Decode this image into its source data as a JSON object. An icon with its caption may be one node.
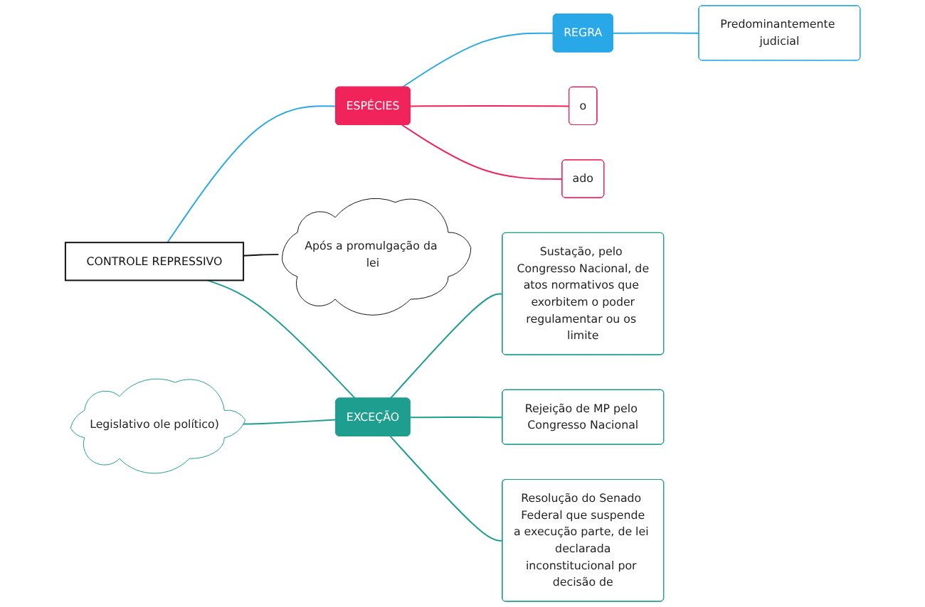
{
  "diagram": {
    "nodes": [
      {
        "text": [
          "CONTROLE REPRESSIVO"
        ]
      },
      {
        "text": [
          "REGRA"
        ]
      },
      {
        "text": [
          "Predominantemente judicial"
        ]
      },
      {
        "text": [
          "ESPÉCIES"
        ]
      },
      {
        "text": [
          "o"
        ]
      },
      {
        "text": [
          "ado"
        ]
      },
      {
        "text": [
          "Após a promulgação da lei"
        ]
      },
      {
        "text": [
          "EXCEÇÃO"
        ]
      },
      {
        "text": [
          "Sustação, pelo Congresso Nacional, de atos normativos que exorbitem o poder regulamentar ou os limite"
        ]
      },
      {
        "text": [
          "Rejeição de MP pelo Congresso Nacional"
        ]
      },
      {
        "text": [
          "Resolução do Senado Federal que suspende a execução parte, de lei declarada inconstitucional por decisão de"
        ]
      },
      {
        "text": [
          "Legislativo ole político)"
        ]
      }
    ],
    "edges": [
      {
        "from": 0,
        "to": 3,
        "arrow": "none",
        "color": "#29a8e8"
      },
      {
        "from": 3,
        "to": 1,
        "arrow": "none",
        "color": "#29a8e8"
      },
      {
        "from": 1,
        "to": 2,
        "arrow": "none",
        "color": "#29a8e8"
      },
      {
        "from": 3,
        "to": 4,
        "arrow": "none",
        "color": "#f0245a"
      },
      {
        "from": 3,
        "to": 5,
        "arrow": "none",
        "color": "#f0245a"
      },
      {
        "from": 0,
        "to": 6,
        "arrow": "none",
        "color": "#111111"
      },
      {
        "from": 0,
        "to": 7,
        "arrow": "none"
      },
      {
        "from": 7,
        "to": 8,
        "arrow": "none"
      },
      {
        "from": 7,
        "to": 9,
        "arrow": "none"
      },
      {
        "from": 7,
        "to": 10,
        "arrow": "none"
      },
      {
        "from": 11,
        "to": 7,
        "arrow": "none"
      }
    ]
  }
}
